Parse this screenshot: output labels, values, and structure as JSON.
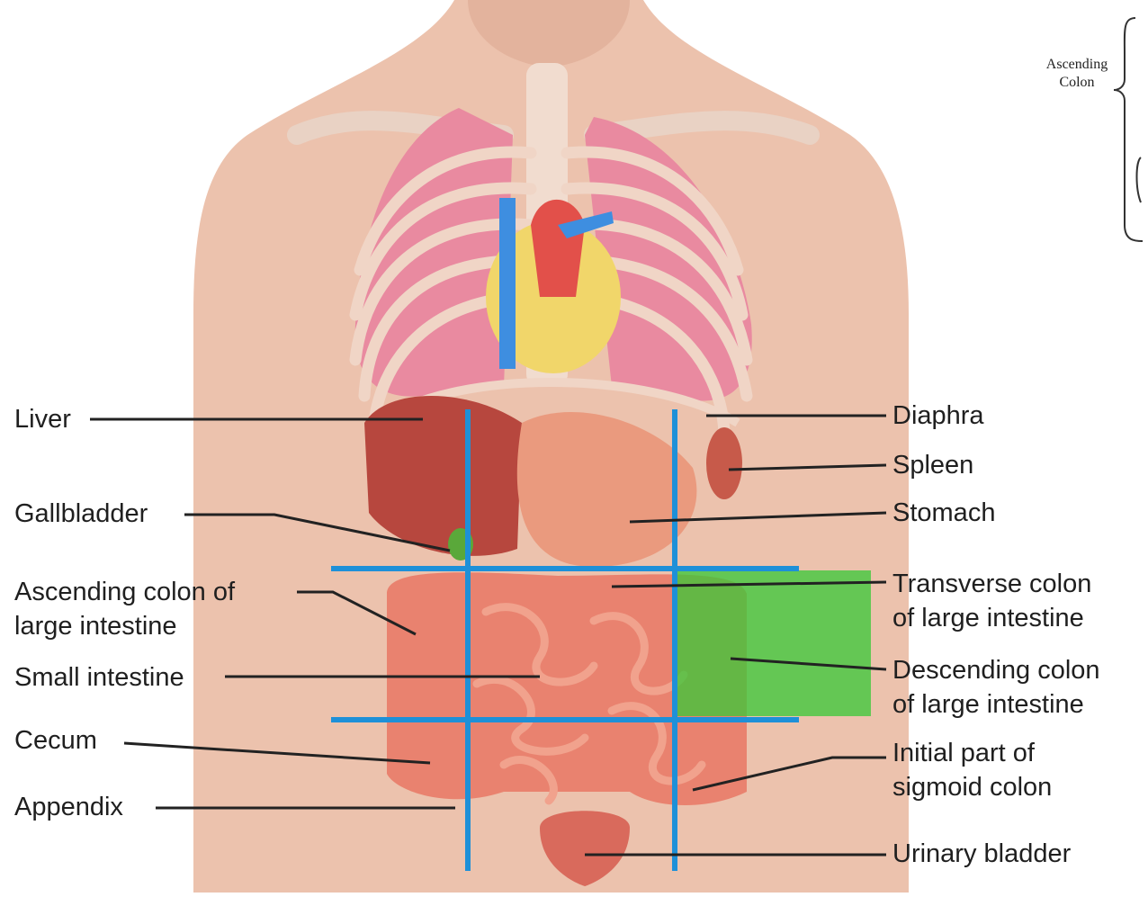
{
  "corner_label": [
    "Ascending",
    "Colon"
  ],
  "labels_left": [
    {
      "id": "liver",
      "lines": [
        "Liver"
      ]
    },
    {
      "id": "gallbladder",
      "lines": [
        "Gallbladder"
      ]
    },
    {
      "id": "ascending-colon",
      "lines": [
        "Ascending colon of",
        "large intestine"
      ]
    },
    {
      "id": "small-intestine",
      "lines": [
        "Small intestine"
      ]
    },
    {
      "id": "cecum",
      "lines": [
        "Cecum"
      ]
    },
    {
      "id": "appendix",
      "lines": [
        "Appendix"
      ]
    }
  ],
  "labels_right": [
    {
      "id": "diaphragm",
      "lines": [
        "Diaphra"
      ]
    },
    {
      "id": "spleen",
      "lines": [
        "Spleen"
      ]
    },
    {
      "id": "stomach",
      "lines": [
        "Stomach"
      ]
    },
    {
      "id": "transverse-colon",
      "lines": [
        "Transverse colon",
        "of large intestine"
      ]
    },
    {
      "id": "descending-colon",
      "lines": [
        "Descending colon",
        "of large intestine"
      ]
    },
    {
      "id": "sigmoid-colon",
      "lines": [
        "Initial part of",
        "sigmoid colon"
      ]
    },
    {
      "id": "urinary-bladder",
      "lines": [
        "Urinary bladder"
      ]
    }
  ],
  "colors": {
    "grid": "#1e90d8",
    "highlight": "#37c837",
    "leader": "#222222",
    "skin": "#ecc2ad",
    "lung": "#e98aa0",
    "intestine": "#e9826f"
  }
}
